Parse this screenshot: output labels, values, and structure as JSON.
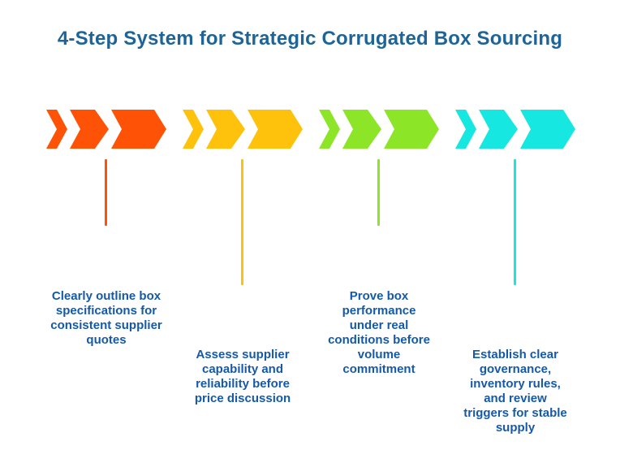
{
  "title": "4-Step System for Strategic Corrugated Box Sourcing",
  "palette": {
    "title_text": "#1E6496",
    "body_text": "#1559A8",
    "background": "#FFFFFF",
    "step_1_accent": "#FE5306",
    "step_2_accent": "#FEC20D",
    "step_3_accent": "#8DE527",
    "step_4_accent": "#16E7E0"
  },
  "steps": [
    {
      "color": "#FE5306",
      "description": "Clearly outline box\nspecifications for\nconsistent supplier\nquotes"
    },
    {
      "color": "#FEC20D",
      "description": "Assess supplier\ncapability and\nreliability before\nprice discussion"
    },
    {
      "color": "#8DE527",
      "description": "Prove box\nperformance\nunder real\nconditions before\nvolume\ncommitment"
    },
    {
      "color": "#16E7E0",
      "description": "Establish clear\ngovernance,\ninventory rules,\nand review\ntriggers for stable\nsupply"
    }
  ]
}
